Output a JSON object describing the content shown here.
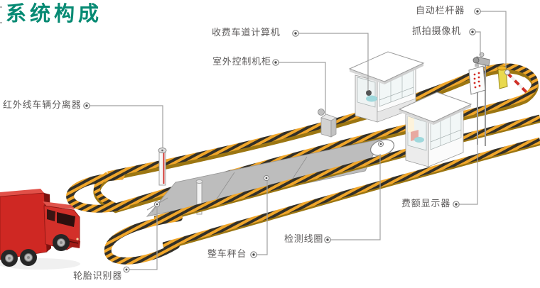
{
  "title": "系统构成",
  "labels": [
    {
      "id": "toll-lane-computer",
      "text": "收费车道计算机"
    },
    {
      "id": "outdoor-cabinet",
      "text": "室外控制机柜"
    },
    {
      "id": "auto-barrier",
      "text": "自动栏杆器"
    },
    {
      "id": "capture-camera",
      "text": "抓拍摄像机"
    },
    {
      "id": "infrared-separator",
      "text": "红外线车辆分离器"
    },
    {
      "id": "fee-display",
      "text": "费额显示器"
    },
    {
      "id": "detection-coil",
      "text": "检测线圈"
    },
    {
      "id": "vehicle-scale",
      "text": "整车秤台"
    },
    {
      "id": "tire-identifier",
      "text": "轮胎识别器"
    }
  ],
  "diagram": {
    "icons": [
      "red-truck",
      "toll-booth-far",
      "toll-booth-near",
      "weighbridge-platform",
      "detection-coil-loop",
      "infrared-separator-pole",
      "outdoor-control-cabinet",
      "capture-camera-head",
      "fee-display-board",
      "barrier-gate-machine",
      "barrier-arm",
      "toll-island-far",
      "toll-island-near",
      "leader-dot"
    ],
    "colors": {
      "title_teal": "#068a73",
      "label_gray": "#5c5a5a",
      "leader_line": "#a0a0a0",
      "hazard_yellow": "#f0a62a",
      "hazard_black": "#333028",
      "truck_red": "#d3302a",
      "barrier_yellow": "#e9d94f",
      "arm_red": "#d03028",
      "platform_gray": "#bdbdbd",
      "booth_white": "#fbfbfb",
      "desk_cyan": "#9fd8dc"
    }
  }
}
